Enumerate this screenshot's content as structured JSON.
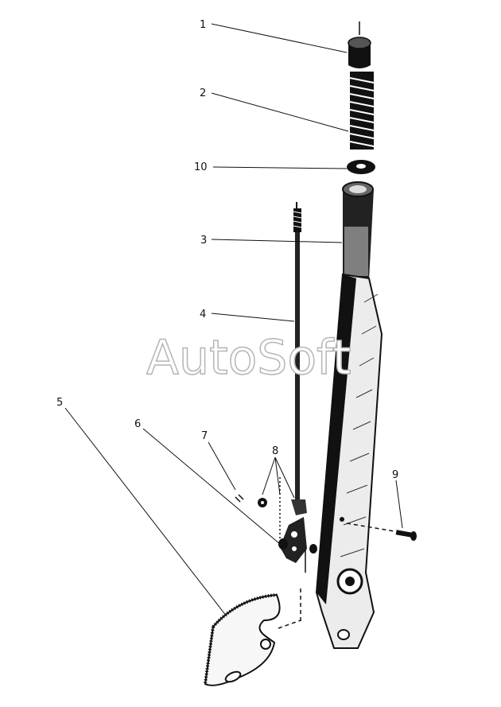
{
  "callouts": [
    {
      "id": "1",
      "label": "1"
    },
    {
      "id": "2",
      "label": "2"
    },
    {
      "id": "10",
      "label": "10"
    },
    {
      "id": "3",
      "label": "3"
    },
    {
      "id": "4",
      "label": "4"
    },
    {
      "id": "5",
      "label": "5"
    },
    {
      "id": "6",
      "label": "6"
    },
    {
      "id": "7",
      "label": "7"
    },
    {
      "id": "8",
      "label": "8"
    },
    {
      "id": "9",
      "label": "9"
    }
  ],
  "watermark": "AutoSoft",
  "colors": {
    "ink": "#111111",
    "background": "#ffffff",
    "watermark_outline": "#b5b5b5"
  }
}
